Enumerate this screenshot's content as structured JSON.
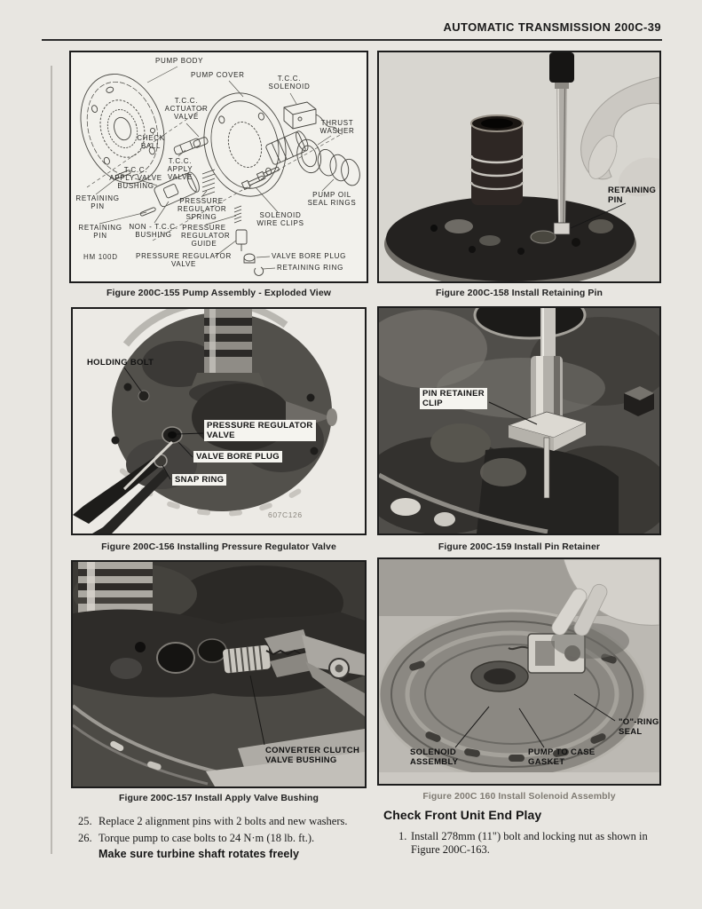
{
  "theme": {
    "paper": "#e8e6e1",
    "ink": "#1c1c1c",
    "faded_ink": "#6e6960",
    "photo_light": "#d8d6d0",
    "photo_dark": "#242220"
  },
  "header": {
    "title": "AUTOMATIC TRANSMISSION 200C-39"
  },
  "fig155": {
    "caption": "Figure 200C-155 Pump Assembly - Exploded View",
    "code": "HM 100D",
    "labels": {
      "pump_body": "PUMP BODY",
      "pump_cover": "PUMP COVER",
      "tcc_solenoid": "T.C.C.\nSOLENOID",
      "tcc_actuator_valve": "T.C.C.\nACTUATOR\nVALVE",
      "thrust_washer": "THRUST\nWASHER",
      "check_ball": "CHECK\nBALL",
      "tcc_apply_valve": "T.C.C.\nAPPLY\nVALVE",
      "tcc_apply_valve_bushing": "T.C.C.\nAPPLY VALVE\nBUSHING",
      "retaining_pin_a": "RETAINING\nPIN",
      "retaining_pin_b": "RETAINING\nPIN",
      "pressure_regulator_spring": "PRESSURE\nREGULATOR\nSPRING",
      "pump_oil_seal_rings": "PUMP OIL\nSEAL RINGS",
      "solenoid_wire_clips": "SOLENOID\nWIRE CLIPS",
      "non_tcc_bushing": "NON - T.C.C.\nBUSHING",
      "pressure_regulator_guide": "PRESSURE\nREGULATOR\nGUIDE",
      "pressure_regulator_valve": "PRESSURE REGULATOR\nVALVE",
      "valve_bore_plug": "VALVE BORE PLUG",
      "retaining_ring": "RETAINING RING"
    }
  },
  "fig158": {
    "caption": "Figure 200C-158 Install Retaining Pin",
    "labels": {
      "retaining_pin": "RETAINING\nPIN"
    }
  },
  "fig156": {
    "caption": "Figure 200C-156 Installing Pressure Regulator Valve",
    "code": "607C126",
    "labels": {
      "holding_bolt": "HOLDING BOLT",
      "pressure_regulator_valve": "PRESSURE REGULATOR\nVALVE",
      "valve_bore_plug": "VALVE BORE PLUG",
      "snap_ring": "SNAP RING"
    }
  },
  "fig159": {
    "caption": "Figure 200C-159 Install Pin Retainer",
    "labels": {
      "pin_retainer_clip": "PIN RETAINER\nCLIP"
    }
  },
  "fig157": {
    "caption": "Figure 200C-157 Install Apply Valve Bushing",
    "labels": {
      "converter_clutch_valve_bushing": "CONVERTER CLUTCH\nVALVE BUSHING"
    }
  },
  "fig160": {
    "caption": "Figure 200C 160 Install Solenoid Assembly",
    "labels": {
      "o_ring_seal": "\"O\"-RING\nSEAL",
      "solenoid_assembly": "SOLENOID\nASSEMBLY",
      "pump_to_case_gasket": "PUMP TO CASE\nGASKET"
    }
  },
  "notes": {
    "item25_num": "25.",
    "item25": "Replace 2 alignment pins with 2 bolts and new washers.",
    "item26_num": "26.",
    "item26": "Torque pump to case bolts to 24 N·m (18 lb. ft.).",
    "emphasis": "Make sure turbine shaft rotates freely",
    "section_heading": "Check Front Unit End Play",
    "item1_num": "1.",
    "item1": "Install 278mm (11\") bolt and locking nut as shown in Figure 200C-163."
  }
}
